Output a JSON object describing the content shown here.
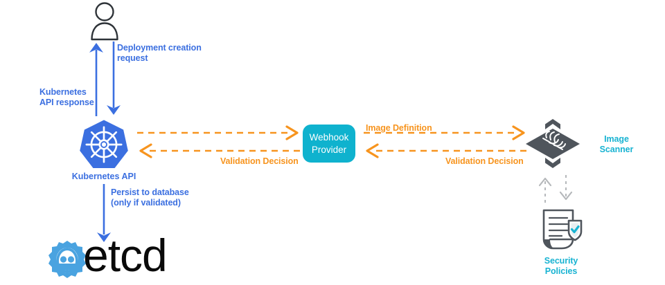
{
  "diagram": {
    "title": "Kubernetes admission webhook image validation flow",
    "colors": {
      "blue": "#3b6fe0",
      "orange": "#f7941e",
      "cyan": "#18b3d2",
      "teal_box": "#0fb2ce",
      "dark_gray": "#4f555c",
      "light_gray": "#b5b8bb",
      "etcd_blue": "#4aa3e0",
      "black": "#0a0a0a"
    },
    "nodes": [
      {
        "id": "user",
        "icon": "user-icon",
        "label": ""
      },
      {
        "id": "kubernetes-api",
        "icon": "kubernetes-logo-icon",
        "label": "Kubernetes API"
      },
      {
        "id": "webhook-provider",
        "icon": "rounded-box",
        "label": "Webhook\nProvider"
      },
      {
        "id": "image-scanner",
        "icon": "image-scanner-icon",
        "label": "Image\nScanner"
      },
      {
        "id": "security-policies",
        "icon": "security-policies-icon",
        "label": "Security\nPolicies"
      },
      {
        "id": "etcd",
        "icon": "etcd-gear-icon",
        "label": "etcd"
      }
    ],
    "edges": [
      {
        "id": "deployment-creation-request",
        "label": "Deployment creation\nrequest",
        "from": "user",
        "to": "kubernetes-api",
        "style": "solid",
        "color": "#3b6fe0",
        "direction": "down"
      },
      {
        "id": "kubernetes-api-response",
        "label": "Kubernetes\nAPI response",
        "from": "kubernetes-api",
        "to": "user",
        "style": "solid",
        "color": "#3b6fe0",
        "direction": "up"
      },
      {
        "id": "k8s-to-webhook",
        "label": "",
        "from": "kubernetes-api",
        "to": "webhook-provider",
        "style": "dashed",
        "color": "#f7941e",
        "direction": "right"
      },
      {
        "id": "webhook-to-k8s",
        "label": "Validation Decision",
        "from": "webhook-provider",
        "to": "kubernetes-api",
        "style": "dashed",
        "color": "#f7941e",
        "direction": "left"
      },
      {
        "id": "webhook-to-scanner",
        "label": "Image Definition",
        "from": "webhook-provider",
        "to": "image-scanner",
        "style": "dashed",
        "color": "#f7941e",
        "direction": "right"
      },
      {
        "id": "scanner-to-webhook",
        "label": "Validation Decision",
        "from": "image-scanner",
        "to": "webhook-provider",
        "style": "dashed",
        "color": "#f7941e",
        "direction": "left"
      },
      {
        "id": "persist-to-database",
        "label": "Persist to database\n(only if validated)",
        "from": "kubernetes-api",
        "to": "etcd",
        "style": "solid",
        "color": "#3b6fe0",
        "direction": "down"
      },
      {
        "id": "policies-up",
        "label": "",
        "from": "security-policies",
        "to": "image-scanner",
        "style": "dashed",
        "color": "#b5b8bb",
        "direction": "up"
      },
      {
        "id": "policies-down",
        "label": "",
        "from": "image-scanner",
        "to": "security-policies",
        "style": "dashed",
        "color": "#b5b8bb",
        "direction": "down"
      }
    ],
    "labels": {
      "deployment_creation_request": "Deployment creation\nrequest",
      "kubernetes_api_response": "Kubernetes\nAPI response",
      "kubernetes_api": "Kubernetes API",
      "persist_to_database": "Persist to database\n(only if validated)",
      "validation_decision_left": "Validation Decision",
      "webhook_provider": "Webhook\nProvider",
      "image_definition": "Image Definition",
      "validation_decision_right": "Validation Decision",
      "image_scanner": "Image\nScanner",
      "security_policies": "Security\nPolicies",
      "etcd": "etcd"
    }
  }
}
